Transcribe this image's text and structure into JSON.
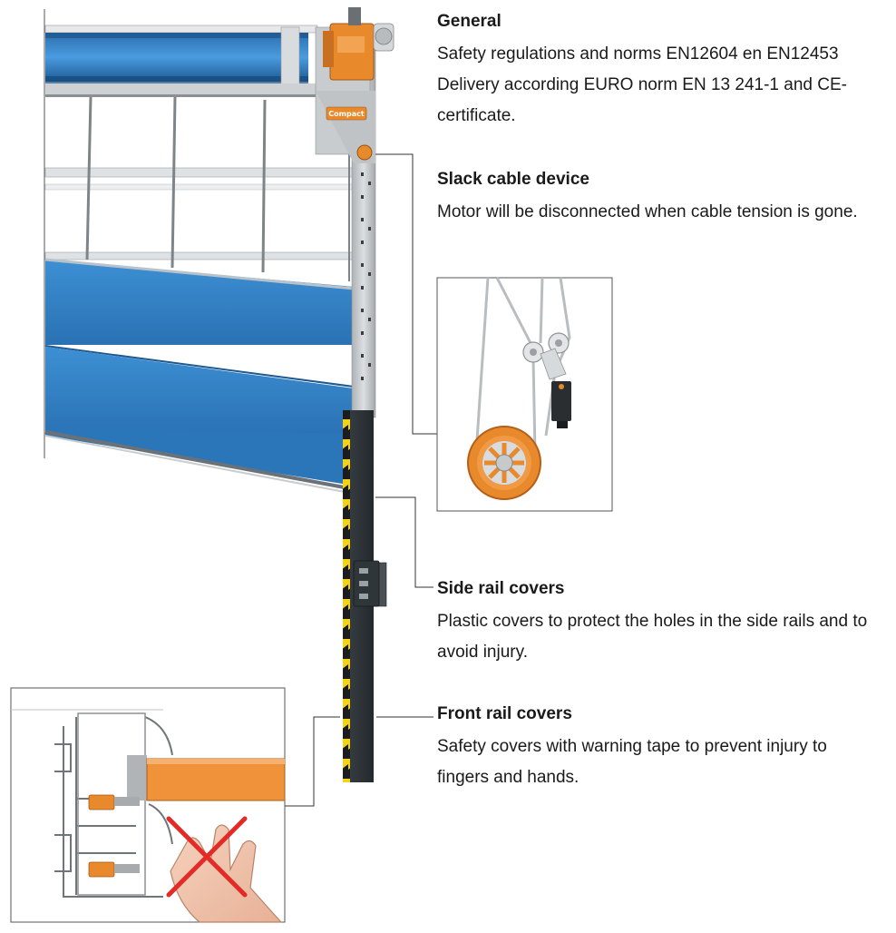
{
  "features": [
    {
      "key": "general",
      "title": "General",
      "body": "Safety regulations and norms EN12604 en EN12453 Delivery according EURO norm EN 13 241-1 and CE-certificate."
    },
    {
      "key": "slack",
      "title": "Slack cable device",
      "body": "Motor will be disconnected when cable tension is gone."
    },
    {
      "key": "side",
      "title": "Side rail covers",
      "body": "Plastic covers to protect the holes in the side rails and to avoid injury."
    },
    {
      "key": "front",
      "title": "Front rail covers",
      "body": "Safety covers with warning tape to prevent injury to fingers and hands."
    }
  ],
  "motor_label": "Compact",
  "colors": {
    "panel_blue": "#2f7fc4",
    "panel_blue_dark": "#1f5f99",
    "motor_orange": "#e8892b",
    "rail_grey": "#c8cbcd",
    "cover_dark": "#2e3438",
    "warning_yellow": "#f3d21a",
    "cross_red": "#e32a26",
    "callout_line": "#333333"
  },
  "icons": [
    "motor-unit",
    "pulley-wheel",
    "limit-switch",
    "warning-cross-icon",
    "hand-icon"
  ]
}
